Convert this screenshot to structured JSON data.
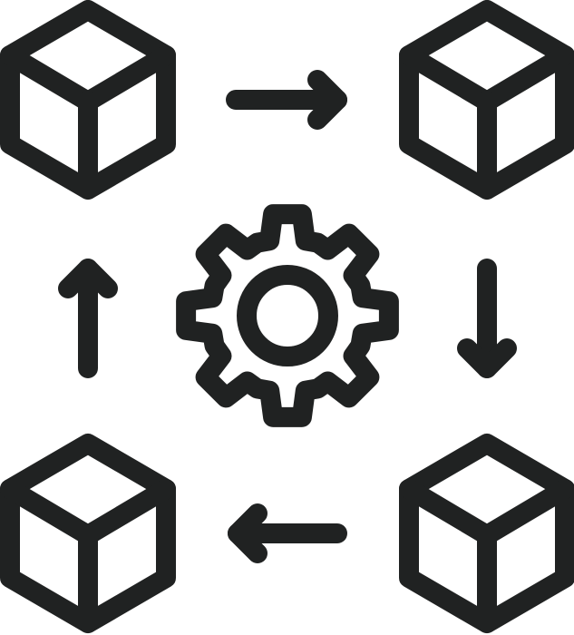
{
  "diagram": {
    "style": "line-icon",
    "colors": {
      "stroke": "#202222",
      "background": "#ffffff"
    },
    "nodes": [
      {
        "id": "cube-top-left",
        "icon": "cube-icon"
      },
      {
        "id": "cube-top-right",
        "icon": "cube-icon"
      },
      {
        "id": "cube-bottom-right",
        "icon": "cube-icon"
      },
      {
        "id": "cube-bottom-left",
        "icon": "cube-icon"
      },
      {
        "id": "center-gear",
        "icon": "gear-icon"
      }
    ],
    "edges": [
      {
        "from": "cube-top-left",
        "to": "cube-top-right",
        "direction": "right",
        "icon": "arrow-right-icon"
      },
      {
        "from": "cube-top-right",
        "to": "cube-bottom-right",
        "direction": "down",
        "icon": "arrow-down-icon"
      },
      {
        "from": "cube-bottom-right",
        "to": "cube-bottom-left",
        "direction": "left",
        "icon": "arrow-left-icon"
      },
      {
        "from": "cube-bottom-left",
        "to": "cube-top-left",
        "direction": "up",
        "icon": "arrow-up-icon"
      }
    ]
  }
}
